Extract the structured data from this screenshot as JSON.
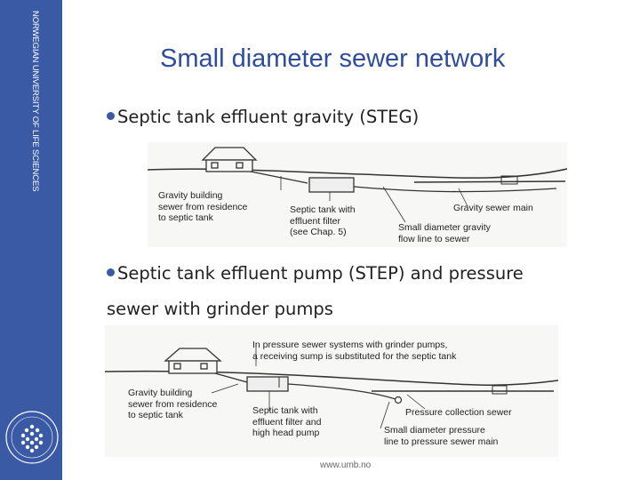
{
  "sidebar": {
    "institution": "NORWEGIAN UNIVERSITY OF LIFE SCIENCES"
  },
  "slide": {
    "title": "Small diameter sewer network",
    "bullet1": "Septic tank effluent gravity (STEG)",
    "bullet2_line1": "Septic tank effluent pump (STEP) and pressure",
    "bullet2_line2": "sewer with grinder pumps",
    "footer": "www.umb.no"
  },
  "figure_steg": {
    "labels": {
      "building": "Gravity building\nsewer from residence\nto septic tank",
      "tank": "Septic tank with\neffluent filter\n(see Chap. 5)",
      "main": "Gravity sewer main",
      "flowline": "Small diameter gravity\nflow line to sewer"
    }
  },
  "figure_step": {
    "labels": {
      "note": "In pressure sewer systems with grinder pumps,\na receiving sump is substituted for the septic tank",
      "building": "Gravity building\nsewer from residence\nto septic tank",
      "tank": "Septic tank with\neffluent filter and\nhigh head pump",
      "collection": "Pressure collection sewer",
      "pressureline": "Small diameter pressure\nline to pressure sewer main"
    }
  },
  "colors": {
    "sidebar": "#3a5aa6",
    "title": "#2f4d9c"
  }
}
